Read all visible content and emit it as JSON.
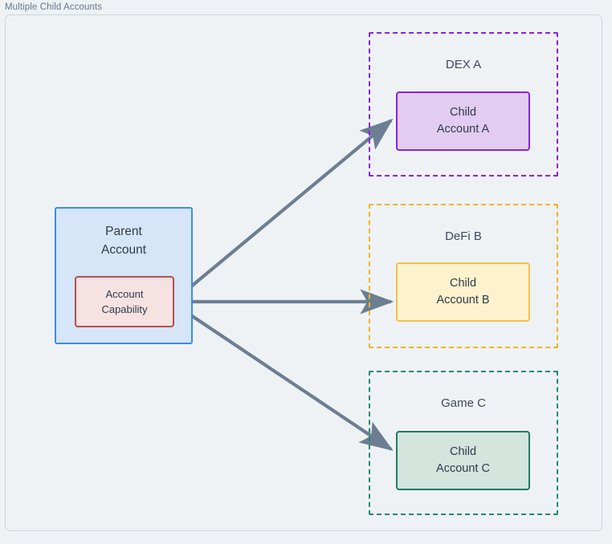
{
  "diagram": {
    "title": "Multiple Child Accounts",
    "frame_background": "#eff2f5",
    "frame_border_color": "#ccd6de",
    "edge_color": "#6c7e91"
  },
  "parent": {
    "label_line1": "Parent",
    "label_line2": "Account",
    "fill": "#d6e5f7",
    "stroke": "#3c8ce5",
    "capability": {
      "label_line1": "Account",
      "label_line2": "Capability",
      "fill": "#f6e2e1",
      "stroke": "#b6504d"
    }
  },
  "clusters": [
    {
      "name": "DEX A",
      "stroke": "#8822dd",
      "node": {
        "label_line1": "Child",
        "label_line2": "Account A",
        "fill": "#e2ccf2",
        "stroke": "#8822dd"
      }
    },
    {
      "name": "DeFi B",
      "stroke": "#f0b429",
      "node": {
        "label_line1": "Child",
        "label_line2": "Account B",
        "fill": "#fdf2cd",
        "stroke": "#f2c14e"
      }
    },
    {
      "name": "Game C",
      "stroke": "#1f8a72",
      "node": {
        "label_line1": "Child",
        "label_line2": "Account C",
        "fill": "#d3e5dd",
        "stroke": "#1f7a66"
      }
    }
  ],
  "edges": [
    {
      "from": "Account Capability",
      "to": "Child Account A",
      "label": ""
    },
    {
      "from": "Account Capability",
      "to": "Child Account B",
      "label": ""
    },
    {
      "from": "Account Capability",
      "to": "Child Account C",
      "label": ""
    }
  ]
}
